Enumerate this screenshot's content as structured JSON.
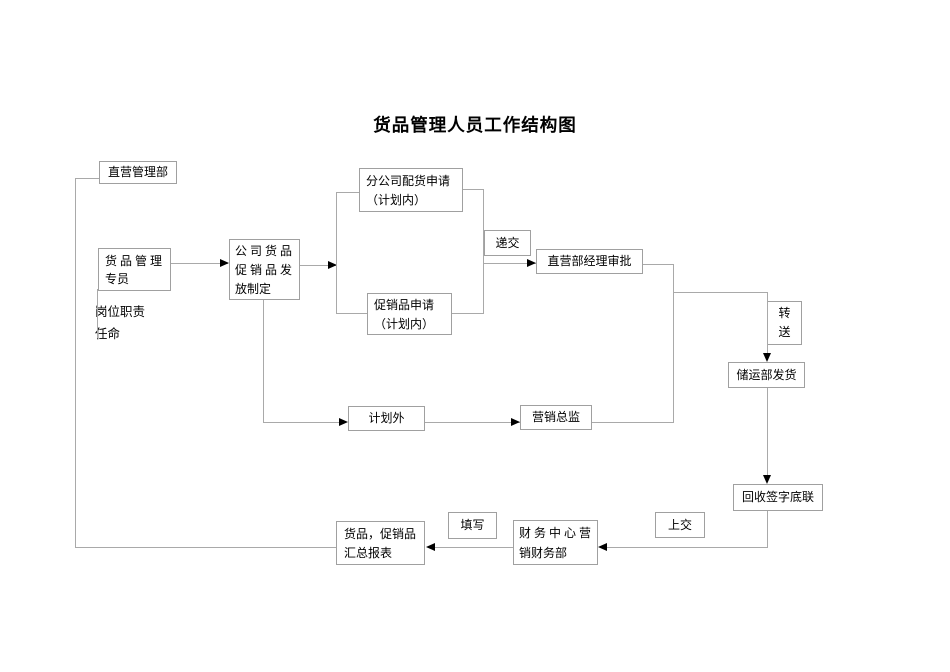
{
  "title": "货品管理人员工作结构图",
  "colors": {
    "background": "#ffffff",
    "line": "#a9a9a9",
    "box_border": "#a0a0a0",
    "arrowhead": "#000000",
    "text": "#000000"
  },
  "annotations": {
    "duty": "岗位职责",
    "appointment": "任命"
  },
  "nodes": {
    "zhiying_dept": {
      "label": "直营管理部"
    },
    "specialist": {
      "label": "货 品 管 理\n专员"
    },
    "planning": {
      "label": "公 司 货 品\n促 销 品 发\n放制定"
    },
    "branch_request": {
      "label": "分公司配货申请\n（计划内）"
    },
    "promo_request": {
      "label": "促销品申请\n（计划内）"
    },
    "submit": {
      "label": "递交"
    },
    "manager_approval": {
      "label": "直营部经理审批"
    },
    "transfer": {
      "label": "转\n送"
    },
    "shipping": {
      "label": "储运部发货"
    },
    "receipt": {
      "label": "回收签字底联"
    },
    "hand_in": {
      "label": "上交"
    },
    "finance": {
      "label": "财 务 中 心 营\n销财务部"
    },
    "fill_in": {
      "label": "填写"
    },
    "report": {
      "label": "货品，促销品\n汇总报表"
    },
    "unplanned": {
      "label": "计划外"
    },
    "marketing_director": {
      "label": "营销总监"
    }
  }
}
